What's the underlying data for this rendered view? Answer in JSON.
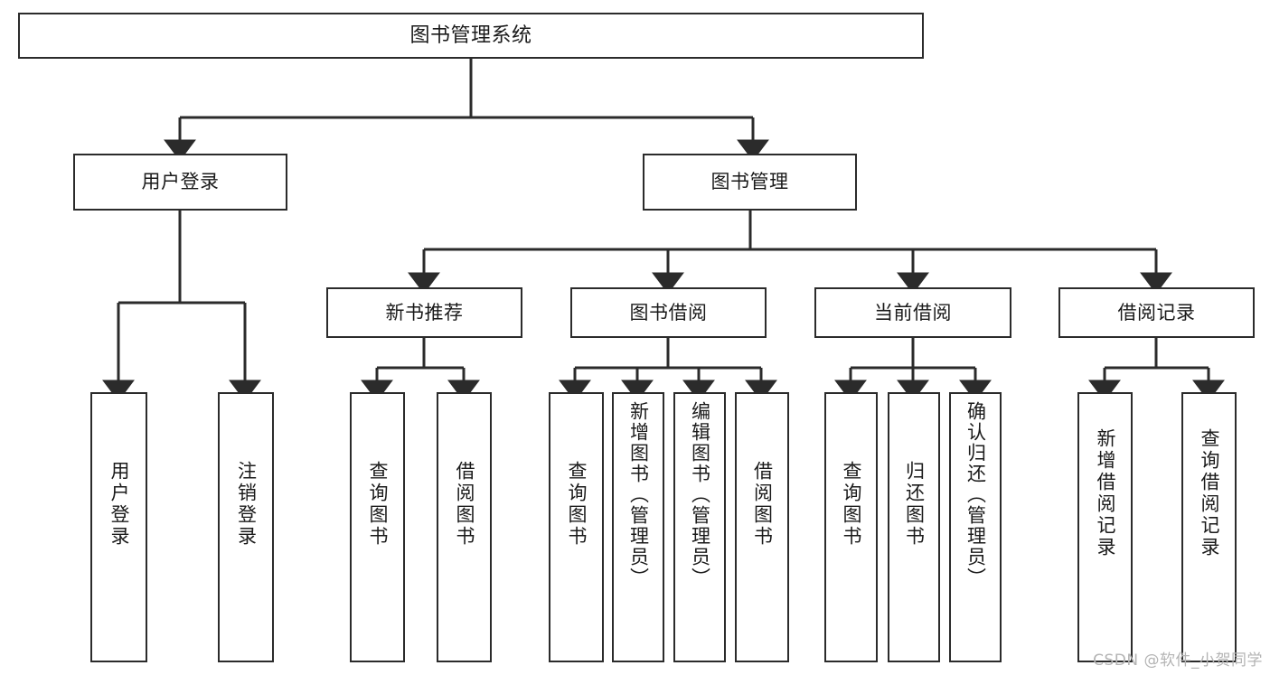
{
  "diagram": {
    "title": "图书管理系统",
    "type": "tree",
    "watermark": "CSDN @软件_小贺同学",
    "colors": {
      "box_border": "#2b2b2b",
      "box_fill": "#ffffff",
      "line": "#2b2b2b",
      "text": "#1a1a1a",
      "watermark": "#b4b4b4"
    },
    "levels": {
      "root": {
        "label": "图书管理系统"
      },
      "level2": [
        {
          "label": "用户登录"
        },
        {
          "label": "图书管理"
        }
      ],
      "level3": [
        {
          "label": "新书推荐"
        },
        {
          "label": "图书借阅"
        },
        {
          "label": "当前借阅"
        },
        {
          "label": "借阅记录"
        }
      ],
      "leaves": [
        {
          "label": "用户登录",
          "parent": "用户登录"
        },
        {
          "label": "注销登录",
          "parent": "用户登录"
        },
        {
          "label": "查询图书",
          "parent": "新书推荐"
        },
        {
          "label": "借阅图书",
          "parent": "新书推荐"
        },
        {
          "label": "查询图书",
          "parent": "图书借阅"
        },
        {
          "label": "新增图书（管理员）",
          "parent": "图书借阅"
        },
        {
          "label": "编辑图书（管理员）",
          "parent": "图书借阅"
        },
        {
          "label": "借阅图书",
          "parent": "图书借阅"
        },
        {
          "label": "查询图书",
          "parent": "当前借阅"
        },
        {
          "label": "归还图书",
          "parent": "当前借阅"
        },
        {
          "label": "确认归还（管理员）",
          "parent": "当前借阅"
        },
        {
          "label": "新增借阅记录",
          "parent": "借阅记录"
        },
        {
          "label": "查询借阅记录",
          "parent": "借阅记录"
        }
      ]
    }
  }
}
